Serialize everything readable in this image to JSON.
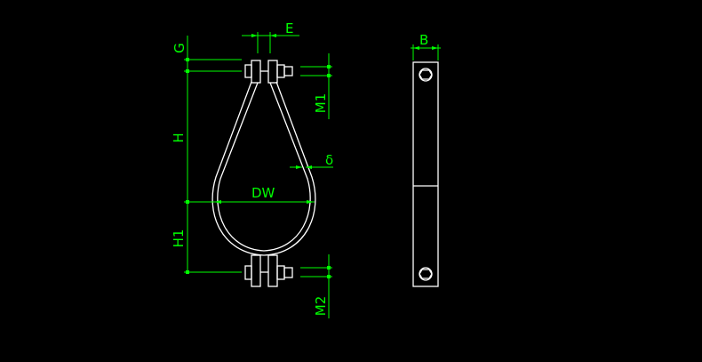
{
  "colors": {
    "background": "#000000",
    "part": "#ffffff",
    "dimension": "#00ff00"
  },
  "labels": {
    "g": "G",
    "e": "E",
    "b": "B",
    "h": "H",
    "h1": "H1",
    "m1": "M1",
    "m2": "M2",
    "dw": "DW",
    "delta": "δ"
  }
}
